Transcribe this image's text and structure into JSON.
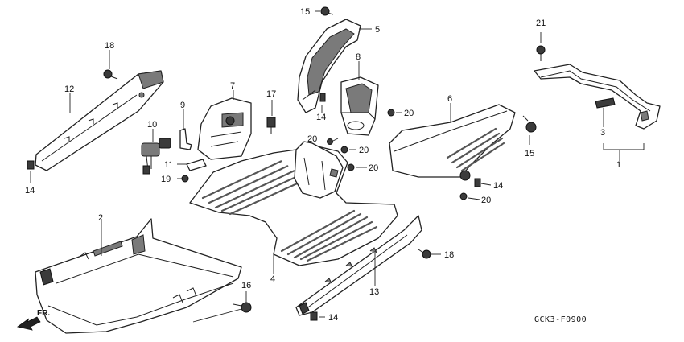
{
  "diagram": {
    "code": "GCK3-F0900",
    "front_label": "FR.",
    "callouts": [
      {
        "id": "c1",
        "text": "1"
      },
      {
        "id": "c2",
        "text": "2"
      },
      {
        "id": "c3",
        "text": "3"
      },
      {
        "id": "c4",
        "text": "4"
      },
      {
        "id": "c5",
        "text": "5"
      },
      {
        "id": "c6",
        "text": "6"
      },
      {
        "id": "c7",
        "text": "7"
      },
      {
        "id": "c8",
        "text": "8"
      },
      {
        "id": "c9",
        "text": "9"
      },
      {
        "id": "c10",
        "text": "10"
      },
      {
        "id": "c11",
        "text": "11"
      },
      {
        "id": "c12",
        "text": "12"
      },
      {
        "id": "c13",
        "text": "13"
      },
      {
        "id": "c14a",
        "text": "14"
      },
      {
        "id": "c14b",
        "text": "14"
      },
      {
        "id": "c14c",
        "text": "14"
      },
      {
        "id": "c14d",
        "text": "14"
      },
      {
        "id": "c15a",
        "text": "15"
      },
      {
        "id": "c15b",
        "text": "15"
      },
      {
        "id": "c16",
        "text": "16"
      },
      {
        "id": "c17",
        "text": "17"
      },
      {
        "id": "c18a",
        "text": "18"
      },
      {
        "id": "c18b",
        "text": "18"
      },
      {
        "id": "c19",
        "text": "19"
      },
      {
        "id": "c20a",
        "text": "20"
      },
      {
        "id": "c20b",
        "text": "20"
      },
      {
        "id": "c20c",
        "text": "20"
      },
      {
        "id": "c20d",
        "text": "20"
      },
      {
        "id": "c20e",
        "text": "20"
      },
      {
        "id": "c21",
        "text": "21"
      }
    ]
  }
}
